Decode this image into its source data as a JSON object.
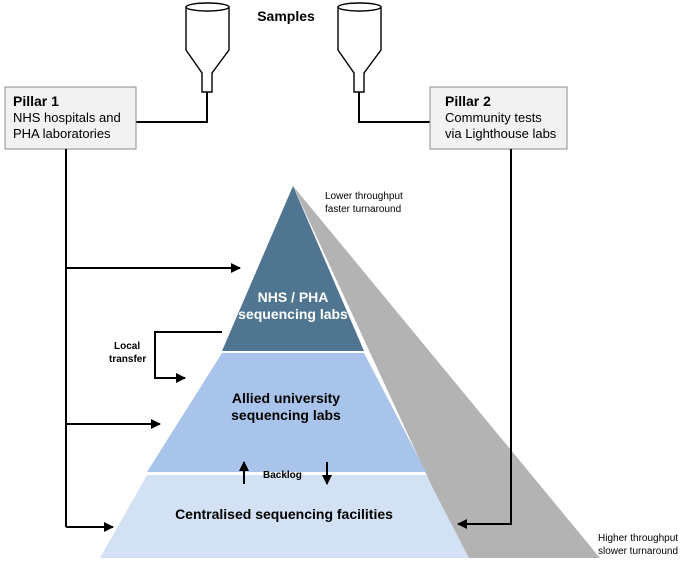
{
  "samples": {
    "title": "Samples"
  },
  "pillar1": {
    "title": "Pillar 1",
    "line1": "NHS hospitals and",
    "line2": "PHA laboratories"
  },
  "pillar2": {
    "title": "Pillar 2",
    "line1": "Community tests",
    "line2": "via Lighthouse labs"
  },
  "throughput_top": {
    "line1": "Lower throughput",
    "line2": "faster turnaround"
  },
  "throughput_bottom": {
    "line1": "Higher throughput",
    "line2": "slower turnaround"
  },
  "tiers": {
    "top": {
      "line1": "NHS / PHA",
      "line2": "sequencing labs",
      "color": "#4f7590"
    },
    "middle": {
      "line1": "Allied university",
      "line2": "sequencing labs",
      "color": "#a8c4ea"
    },
    "bottom": {
      "line1": "Centralised sequencing facilities",
      "color": "#d3e1f4"
    }
  },
  "local_transfer": {
    "line1": "Local",
    "line2": "transfer"
  },
  "backlog": {
    "label": "Backlog"
  },
  "colors": {
    "shadow": "#b3b3b3",
    "box_fill": "#f2f2f2"
  }
}
